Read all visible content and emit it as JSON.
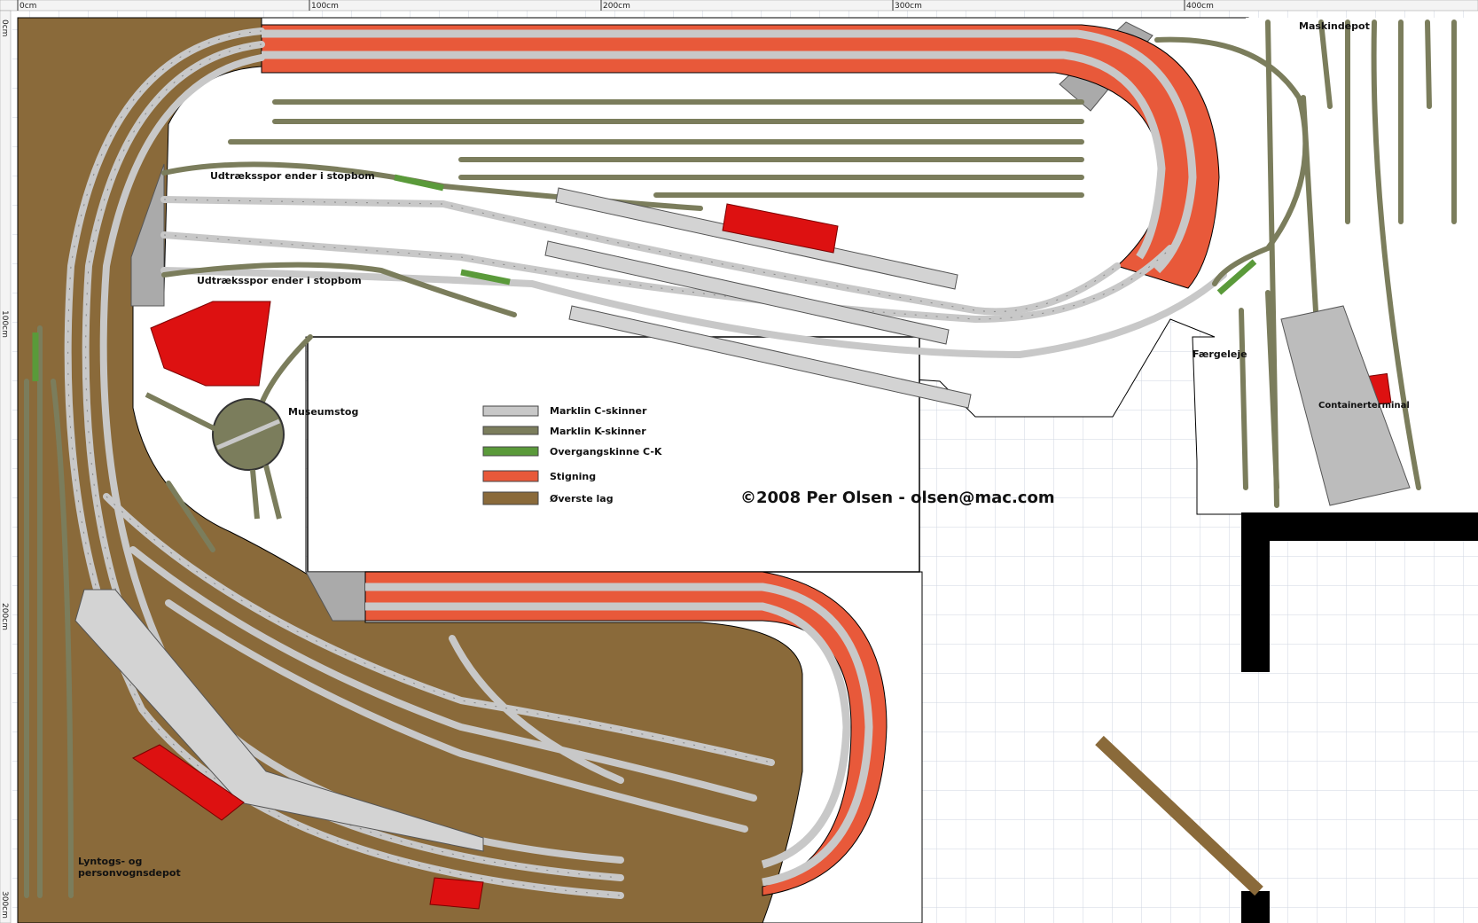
{
  "ruler": {
    "top_ticks": [
      "0cm",
      "100cm",
      "200cm",
      "300cm",
      "400cm"
    ],
    "left_ticks": [
      "0cm",
      "100cm",
      "200cm",
      "300cm"
    ]
  },
  "labels": {
    "maskindepot": "Maskindepot",
    "udtraek_top": "Udtræksspor ender i stopbom",
    "udtraek_mid": "Udtræksspor ender i stopbom",
    "museumstog": "Museumstog",
    "faergeleje": "Færgeleje",
    "containerterminal": "Containerterminal",
    "lyntogs_line1": "Lyntogs- og",
    "lyntogs_line2": "personvognsdepot"
  },
  "legend": [
    {
      "label": "Marklin C-skinner",
      "color": "#c8c8c8",
      "type": "c-track"
    },
    {
      "label": "Marklin K-skinner",
      "color": "#7b7d5c",
      "type": "k-track"
    },
    {
      "label": "Overgangskinne C-K",
      "color": "#5a9a3a",
      "type": "transition"
    },
    {
      "label": "Stigning",
      "color": "#e8593a",
      "type": "grade"
    },
    {
      "label": "Øverste lag",
      "color": "#8a6a3a",
      "type": "top-layer"
    }
  ],
  "copyright": "©2008 Per Olsen - olsen@mac.com",
  "colors": {
    "top_layer": "#8a6a3a",
    "grade": "#e8593a",
    "c_track": "#c8c8c8",
    "k_track": "#7b7d5c",
    "transition": "#5a9a3a",
    "building_red": "#dd1111",
    "platform": "#d3d3d3",
    "wall": "#000000",
    "grid": "#cfd6e0"
  }
}
